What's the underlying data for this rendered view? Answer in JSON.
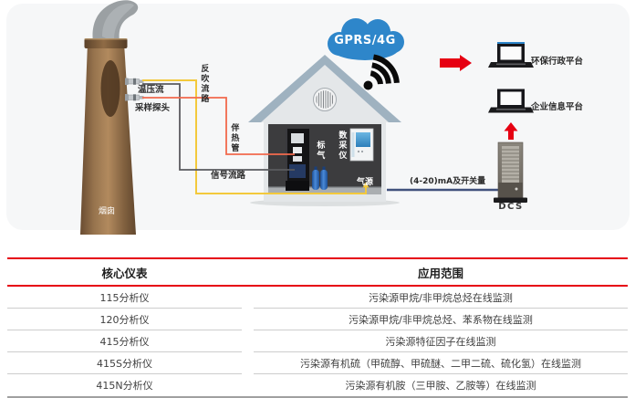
{
  "diagram": {
    "cloud_label": "GPRS/4G",
    "labels": {
      "blowback_path": "反吹流路",
      "temp_pressure_flow": "温压流",
      "sampling_probe": "采样探头",
      "heated_line": "伴热管",
      "signal_path": "信号流路",
      "data_collector": "数采仪",
      "standard_gas": "标气",
      "gas_source": "气源",
      "chimney": "烟囱",
      "dcs": "DCS",
      "analog_signal": "(4-20)mA及开关量",
      "env_admin_platform": "环保行政平台",
      "enterprise_info_platform": "企业信息平台"
    },
    "colors": {
      "accent_red": "#e60012",
      "cloud_blue": "#2e86ca",
      "blowback_yellow": "#f3c93c",
      "heated_orange": "#f2694d",
      "signal_gray": "#5a5b5f",
      "dcs_navy": "#41517c",
      "cylinder_blue": "#2f74c9",
      "panel_bg": "#f6f7f8"
    }
  },
  "table": {
    "headers": [
      "核心仪表",
      "应用范围"
    ],
    "rows": [
      [
        "115分析仪",
        "污染源甲烷/非甲烷总烃在线监测"
      ],
      [
        "120分析仪",
        "污染源甲烷/非甲烷总烃、苯系物在线监测"
      ],
      [
        "415分析仪",
        "污染源特征因子在线监测"
      ],
      [
        "415S分析仪",
        "污染源有机硫（甲硫醇、甲硫醚、二甲二硫、硫化氢）在线监测"
      ],
      [
        "415N分析仪",
        "污染源有机胺（三甲胺、乙胺等）在线监测"
      ]
    ]
  }
}
